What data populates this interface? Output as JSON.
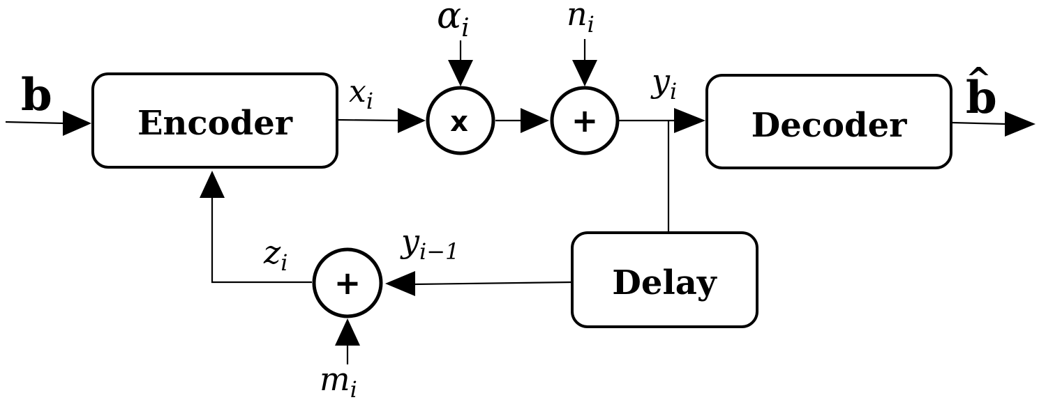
{
  "blocks": {
    "encoder": "Encoder",
    "decoder": "Decoder",
    "delay": "Delay"
  },
  "operators": {
    "multiply": "x",
    "add_noise": "+",
    "add_feedback": "+"
  },
  "signals": {
    "input": "b",
    "output": "b",
    "output_hat": "^",
    "x": {
      "base": "x",
      "sub": "i"
    },
    "alpha": {
      "base": "α",
      "sub": "i"
    },
    "n": {
      "base": "n",
      "sub": "i"
    },
    "y": {
      "base": "y",
      "sub": "i"
    },
    "y_prev": {
      "base": "y",
      "sub": "i−1"
    },
    "z": {
      "base": "z",
      "sub": "i"
    },
    "m": {
      "base": "m",
      "sub": "i"
    }
  }
}
